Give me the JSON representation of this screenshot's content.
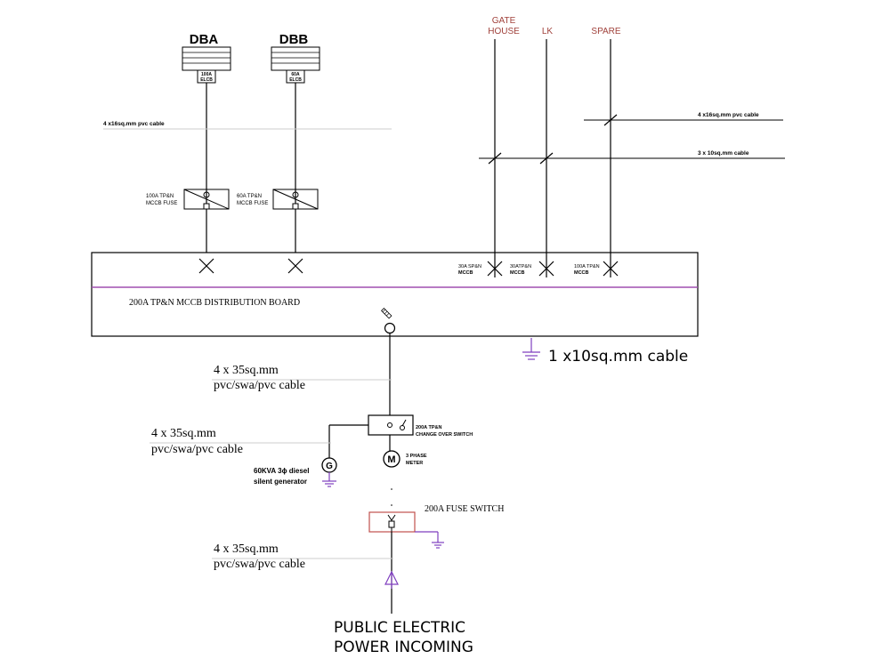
{
  "colors": {
    "line": "#000000",
    "bus_line": "#a14fb0",
    "earth": "#7f3fbf",
    "feeder_label": "#a0413b",
    "fuse_box": "#c0504d",
    "leader": "#cccccc"
  },
  "boards": {
    "dba": {
      "title": "DBA",
      "rating_line1": "100A",
      "rating_line2": "ELCB"
    },
    "dbb": {
      "title": "DBB",
      "rating_line1": "60A",
      "rating_line2": "ELCB"
    }
  },
  "feeders": {
    "gate_house": {
      "line1": "GATE",
      "line2": "HOUSE"
    },
    "lk": "LK",
    "spare": "SPARE"
  },
  "cables": {
    "dba_dbb": "4 x16sq.mm pvc cable",
    "spare": "4 x16sq.mm pvc cable",
    "gate_lk": "3 x 10sq.mm cable",
    "earth": "1 x10sq.mm cable",
    "board_feed": {
      "line1": "4 x 35sq.mm",
      "line2": "pvc/swa/pvc cable"
    },
    "generator_feed": {
      "line1": "4 x 35sq.mm",
      "line2": "pvc/swa/pvc cable"
    },
    "incoming_feed": {
      "line1": "4 x 35sq.mm",
      "line2": "pvc/swa/pvc cable"
    }
  },
  "mccb_fuses": {
    "dba": {
      "line1": "100A TP&N",
      "line2": "MCCB FUSE"
    },
    "dbb": {
      "line1": "60A TP&N",
      "line2": "MCCB FUSE"
    }
  },
  "breakers": {
    "gate_house": {
      "line1": "30A SP&N",
      "line2": "MCCB"
    },
    "lk": {
      "line1": "30ATP&N",
      "line2": "MCCB"
    },
    "spare": {
      "line1": "100A TP&N",
      "line2": "MCCB"
    }
  },
  "distribution_board": "200A TP&N MCCB DISTRIBUTION BOARD",
  "change_over_switch": {
    "line1": "200A TP&N",
    "line2": "CHANGE OVER SWITCH"
  },
  "meter": {
    "symbol": "M",
    "line1": "3 PHASE",
    "line2": "METER"
  },
  "generator": {
    "symbol": "G",
    "line1": "60KVA 3ϕ diesel",
    "line2": "silent generator"
  },
  "fuse_switch": "200A FUSE SWITCH",
  "incoming": {
    "line1": "PUBLIC ELECTRIC",
    "line2": "POWER INCOMING"
  },
  "icons": [
    "earth-symbol",
    "breaker-x",
    "mccb-fuse-symbol",
    "meter-circle",
    "generator-circle",
    "incoming-arrow"
  ]
}
